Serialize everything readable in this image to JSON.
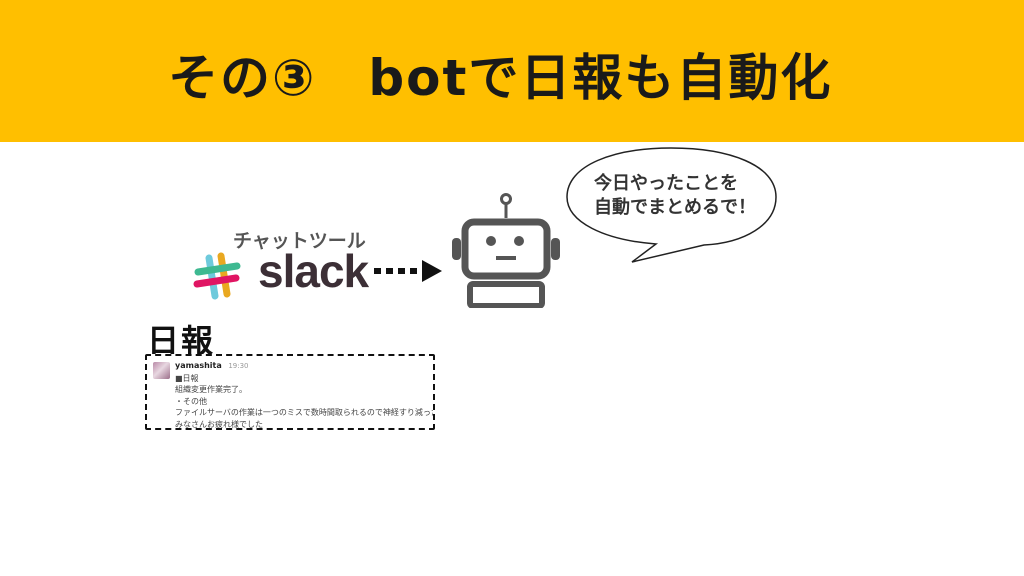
{
  "slide": {
    "title": "その③　botで日報も自動化",
    "header_color": "#FFBF00"
  },
  "tool": {
    "caption": "チャットツール",
    "logo_icon": "slack-hash-icon",
    "name": "slack"
  },
  "bot": {
    "icon": "robot-icon",
    "speech": [
      "今日やったことを",
      "自動でまとめるで！"
    ]
  },
  "report": {
    "label": "日報",
    "message": {
      "user": "yamashita",
      "time": "19:30",
      "lines": [
        "■日報",
        "組織変更作業完了。",
        "・その他",
        "ファイルサーバの作業は一つのミスで数時間取られるので神経すり減った。",
        "みなさんお疲れ様でした"
      ]
    }
  }
}
